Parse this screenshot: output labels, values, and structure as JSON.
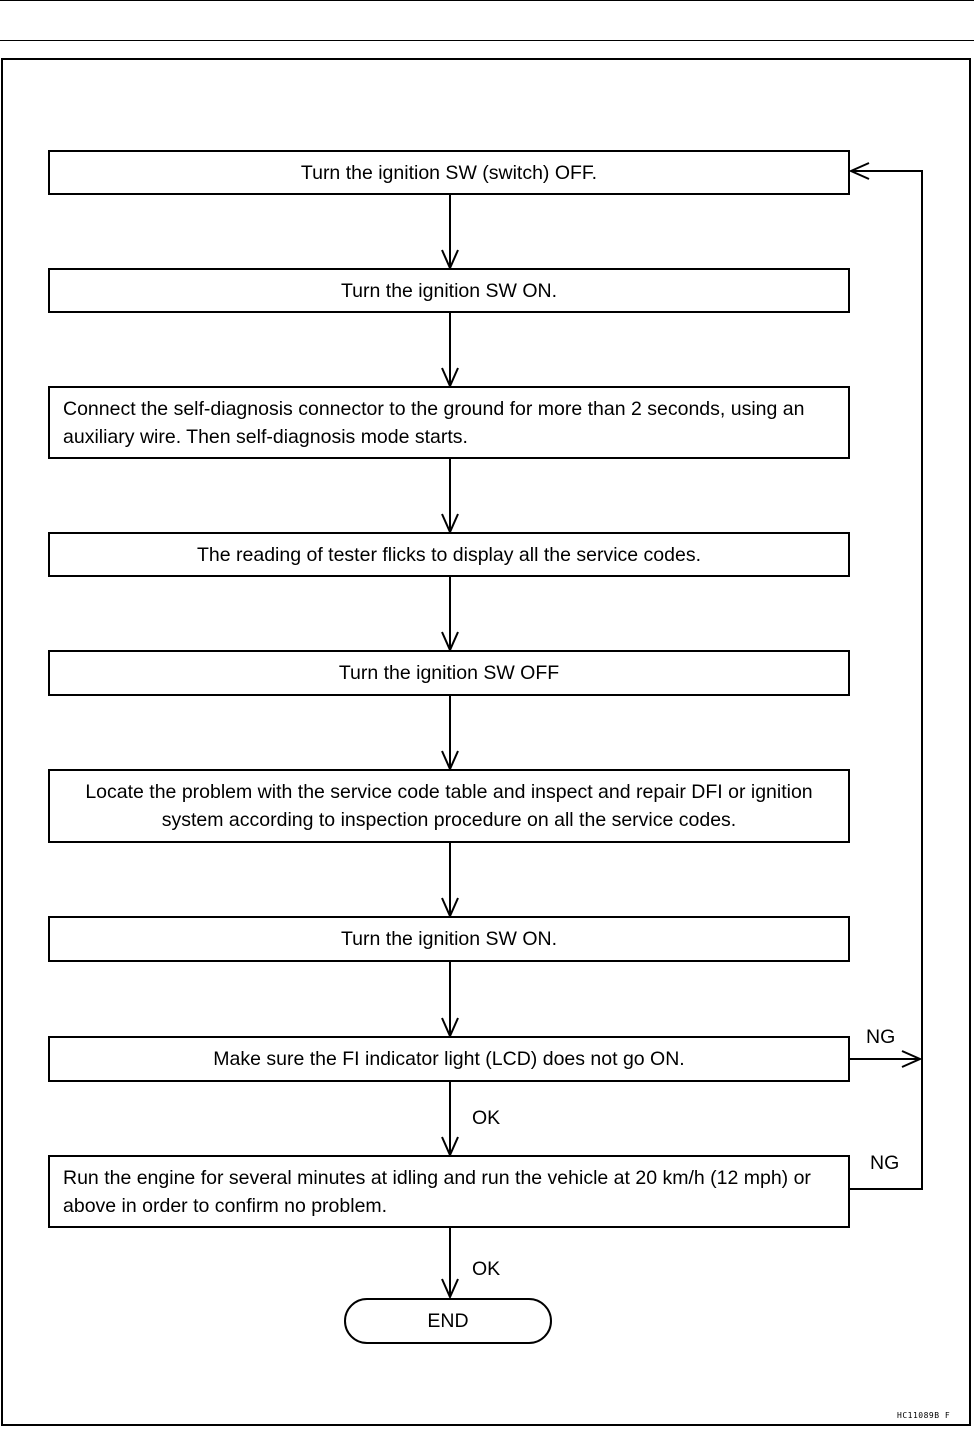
{
  "steps": [
    {
      "text": "Turn the ignition SW (switch) OFF."
    },
    {
      "text": "Turn the ignition SW ON."
    },
    {
      "text": "Connect the self-diagnosis connector to the ground for more than 2 seconds, using an auxiliary wire. Then self-diagnosis mode starts."
    },
    {
      "text": "The reading of tester flicks to display all the service codes."
    },
    {
      "text": "Turn the ignition SW OFF"
    },
    {
      "text": "Locate the problem with the service code table and inspect and repair DFI or ignition system according to inspection procedure on all the service codes."
    },
    {
      "text": "Turn the ignition SW ON."
    },
    {
      "text": "Make sure the FI indicator light (LCD) does not go ON."
    },
    {
      "text": "Run the engine for several minutes at idling and run the vehicle at 20 km/h (12 mph) or above in order to confirm no problem."
    }
  ],
  "end_label": "END",
  "branch_labels": {
    "check_ok": "OK",
    "check_ng": "NG",
    "run_ok": "OK",
    "run_ng": "NG"
  },
  "figure_code": "HC11089B  F"
}
